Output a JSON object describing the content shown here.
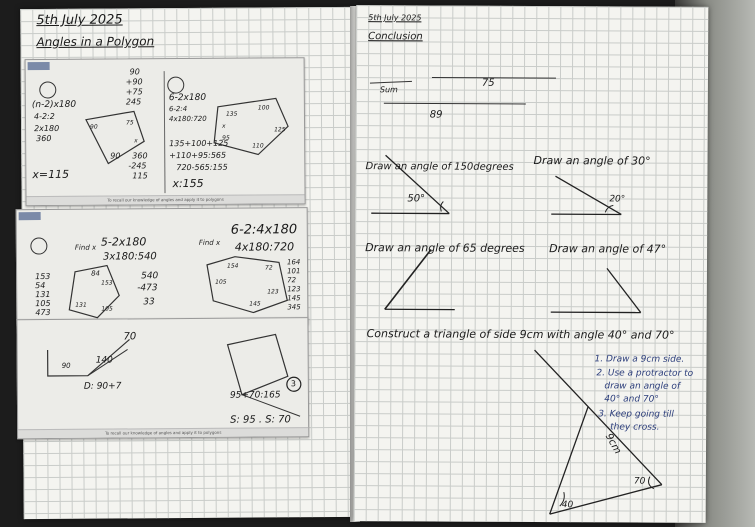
{
  "left_page": {
    "date": "5th July 2025",
    "title": "Angles in a Polygon",
    "sheet_footer": "To recall our knowledge of angles and apply it to polygons",
    "worked_1": {
      "lines": [
        "(n-2)x180",
        "4-2:2",
        "2x180",
        "360"
      ],
      "answer": "x=115",
      "sums": [
        "90",
        "+90",
        "+75",
        "245"
      ],
      "sub": [
        "360",
        "-245",
        "115"
      ],
      "angles": [
        "90",
        "75",
        "90",
        "x"
      ]
    },
    "worked_2": {
      "lines": [
        "6-2x180",
        "6-2:4",
        "4x180:720"
      ],
      "sum": [
        "135+100+125",
        "+110+95:565"
      ],
      "sub": "720-565:155",
      "answer": "x:155",
      "angles": [
        "135",
        "100",
        "125",
        "110",
        "95",
        "x"
      ]
    },
    "task_1": {
      "find": "Find x",
      "calc": [
        "5-2x180",
        "3x180:540"
      ],
      "sums": [
        "153",
        "54",
        "131",
        "105",
        "473"
      ],
      "sub": [
        "540",
        "-473",
        "33"
      ],
      "angles": [
        "84",
        "153",
        "131",
        "105"
      ]
    },
    "task_2": {
      "find": "Find x",
      "calc": [
        "6-2:4x180",
        "4x180:720"
      ],
      "sums": [
        "164",
        "101",
        "72",
        "123",
        "145",
        "345"
      ],
      "angles": [
        "154",
        "72",
        "123",
        "145",
        "105"
      ]
    },
    "task_3": {
      "left_note": "D: 90+7",
      "top_note": "70",
      "mid_note": "140",
      "side": "90",
      "right_calc": "95+70:165",
      "right_answer": "S: 95 . S: 70",
      "badge": "3"
    }
  },
  "right_page": {
    "date": "5th July 2025",
    "title": "Conclusion",
    "sum_label": "Sum",
    "sum_value": "75",
    "second_value": "89",
    "q1_label": "Draw an angle of 150degrees",
    "q1_angle": "50°",
    "q2_label": "Draw an angle of 30°",
    "q2_angle": "20°",
    "q3_label": "Draw an angle of 65 degrees",
    "q4_label": "Draw an angle of 47°",
    "construct": "Construct a triangle of side 9cm with angle 40° and 70°",
    "steps": [
      "1. Draw a 9cm side.",
      "2. Use a protractor to",
      "draw an angle of",
      "40° and 70°",
      "3. Keep going till",
      "they cross."
    ],
    "tri_side": "9cm",
    "tri_a1": "40",
    "tri_a2": "70"
  }
}
